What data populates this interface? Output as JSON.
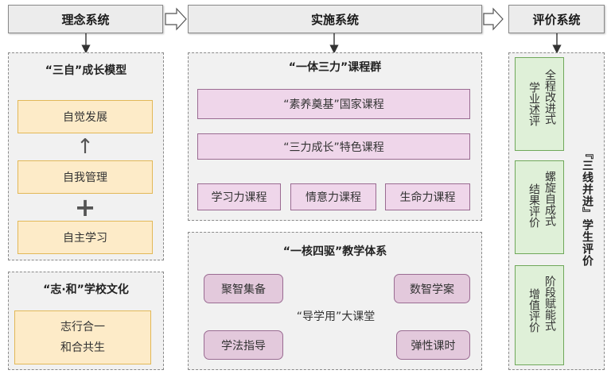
{
  "headers": {
    "concept": "理念系统",
    "implementation": "实施系统",
    "evaluation": "评价系统"
  },
  "concept": {
    "growth_title": "“三自”成长模型",
    "growth_items": [
      "自觉发展",
      "自我管理",
      "自主学习"
    ],
    "growth_arrow": "↑",
    "growth_plus": "+",
    "culture_title": "“志·和”学校文化",
    "culture_lines": [
      "志行合一",
      "和合共生"
    ]
  },
  "curriculum": {
    "title": "“一体三力”课程群",
    "national": "“素养奠基”国家课程",
    "featured": "“三力成长”特色课程",
    "sub_courses": [
      "学习力课程",
      "情意力课程",
      "生命力课程"
    ]
  },
  "teaching": {
    "title": "“一核四驱”教学体系",
    "core": "“导学用”大课堂",
    "drivers": [
      "聚智集备",
      "数智学案",
      "学法指导",
      "弹性课时"
    ]
  },
  "evaluation": {
    "boxes": [
      {
        "col1": "全程改进式",
        "col2": "学业述评"
      },
      {
        "col1": "螺旋自成式",
        "col2": "结果评价"
      },
      {
        "col1": "阶段赋能式",
        "col2": "增值评价"
      }
    ],
    "side_title": "『三线并进』学生评价"
  },
  "colors": {
    "header_bg": "#ececec",
    "panel_bg": "#f1f1f1",
    "yellow_box": "#fdebc8",
    "pink_box": "#efd6ea",
    "driver_box": "#e3c9dc",
    "green_box": "#dff0d8"
  }
}
